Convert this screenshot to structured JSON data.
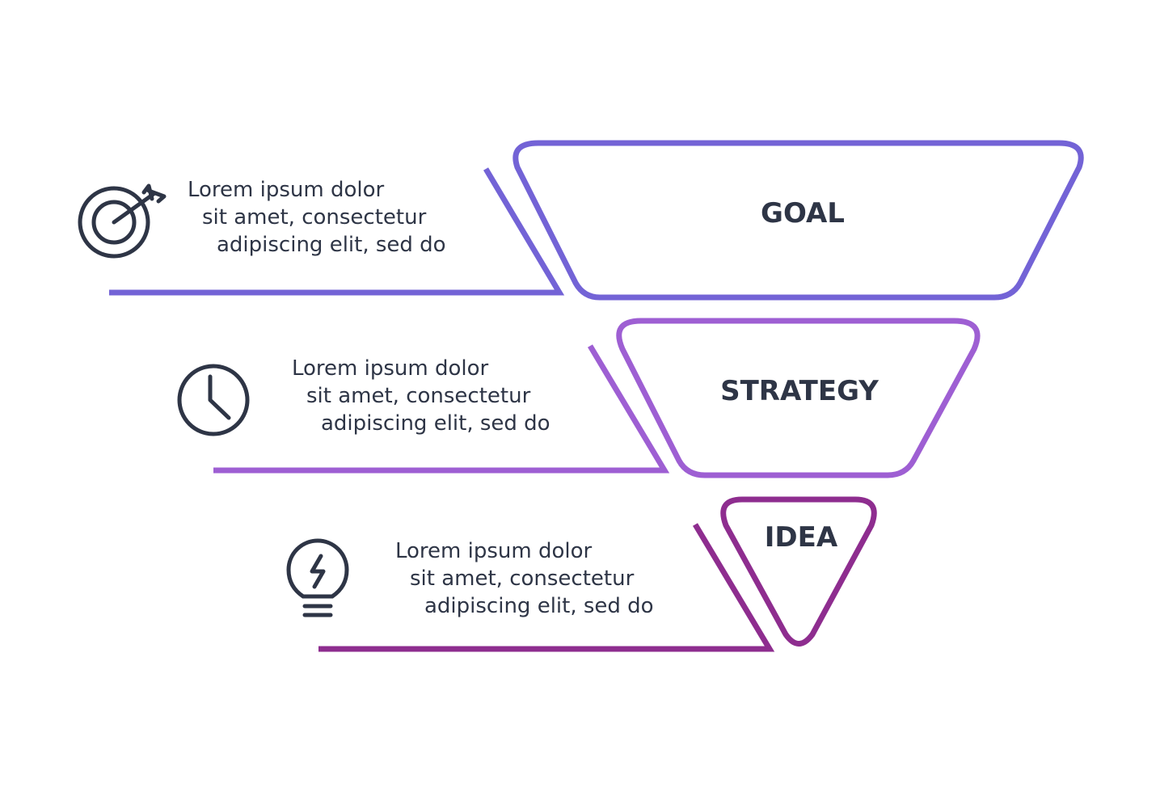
{
  "colors": {
    "goal": "#7363d6",
    "strategy": "#9e5fd3",
    "idea": "#8e2d8f",
    "text": "#2e3546",
    "background": "#ffffff"
  },
  "stages": [
    {
      "title": "GOAL",
      "icon": "target-icon",
      "lines": [
        "Lorem ipsum dolor",
        "sit amet, consectetur",
        "adipiscing elit, sed do"
      ]
    },
    {
      "title": "STRATEGY",
      "icon": "clock-icon",
      "lines": [
        "Lorem ipsum dolor",
        "sit amet, consectetur",
        "adipiscing elit, sed do"
      ]
    },
    {
      "title": "IDEA",
      "icon": "lightbulb-icon",
      "lines": [
        "Lorem ipsum dolor",
        "sit amet, consectetur",
        "adipiscing elit, sed do"
      ]
    }
  ]
}
